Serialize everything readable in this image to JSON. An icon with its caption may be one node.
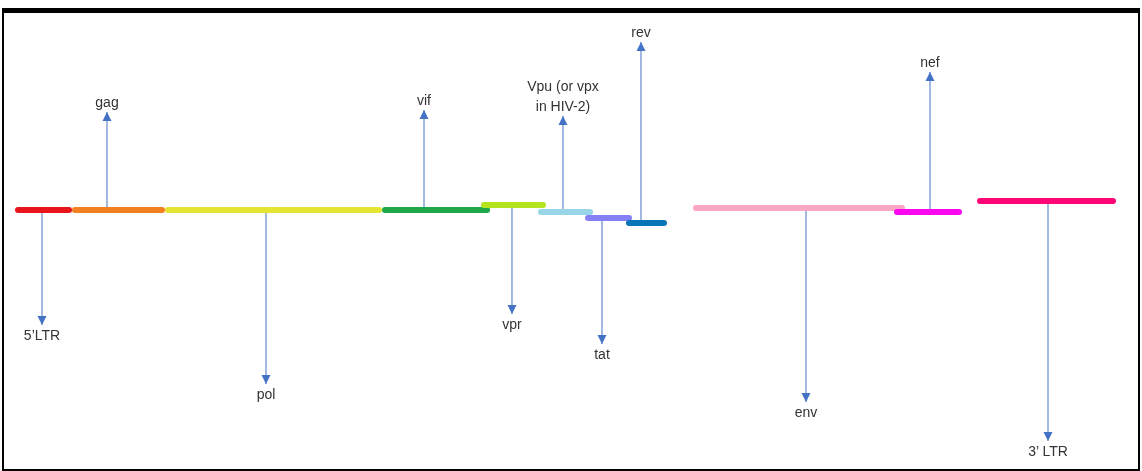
{
  "diagram": {
    "nodes": [
      {
        "text": [],
        "shape": "bar"
      },
      {
        "text": [],
        "shape": "bar"
      },
      {
        "text": [],
        "shape": "bar"
      },
      {
        "text": [],
        "shape": "bar"
      },
      {
        "text": [],
        "shape": "bar"
      },
      {
        "text": [],
        "shape": "bar"
      },
      {
        "text": [],
        "shape": "bar"
      },
      {
        "text": [],
        "shape": "bar"
      },
      {
        "text": [],
        "shape": "bar"
      },
      {
        "text": [],
        "shape": "bar"
      },
      {
        "text": [],
        "shape": "bar"
      },
      {
        "text": [
          "5’LTR"
        ]
      },
      {
        "text": [
          "gag"
        ]
      },
      {
        "text": [
          "pol"
        ]
      },
      {
        "text": [
          "vif"
        ]
      },
      {
        "text": [
          "vpr"
        ]
      },
      {
        "text": [
          "Vpu (or vpx in HIV-2)"
        ]
      },
      {
        "text": [
          "tat"
        ]
      },
      {
        "text": [
          "rev"
        ]
      },
      {
        "text": [
          "env"
        ]
      },
      {
        "text": [
          "nef"
        ]
      },
      {
        "text": [
          "3’ LTR"
        ]
      }
    ],
    "edges": [
      {
        "from": 0,
        "to": 11,
        "arrow": "to"
      },
      {
        "from": 1,
        "to": 12,
        "arrow": "to"
      },
      {
        "from": 2,
        "to": 13,
        "arrow": "to"
      },
      {
        "from": 3,
        "to": 14,
        "arrow": "to"
      },
      {
        "from": 4,
        "to": 15,
        "arrow": "to"
      },
      {
        "from": 5,
        "to": 16,
        "arrow": "to"
      },
      {
        "from": 6,
        "to": 17,
        "arrow": "to"
      },
      {
        "from": 7,
        "to": 18,
        "arrow": "to"
      },
      {
        "from": 8,
        "to": 19,
        "arrow": "to"
      },
      {
        "from": 9,
        "to": 20,
        "arrow": "to"
      },
      {
        "from": 10,
        "to": 21,
        "arrow": "to"
      }
    ]
  }
}
